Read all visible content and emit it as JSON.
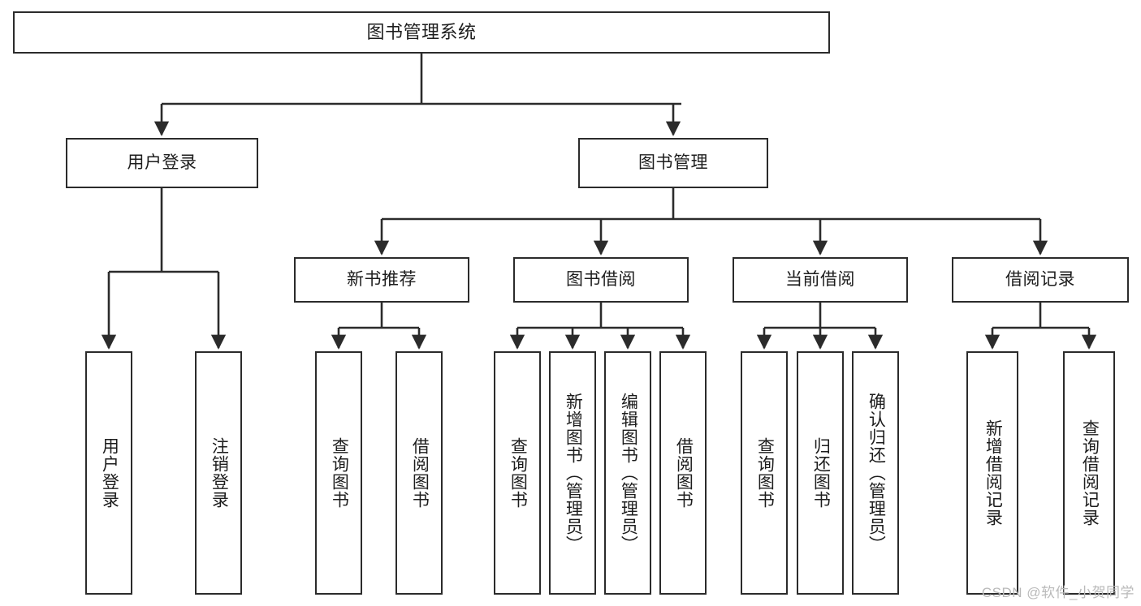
{
  "diagram": {
    "title": "图书管理系统",
    "watermark": "CSDN @软件_小贺同学",
    "colors": {
      "box_border": "#2b2b2b",
      "box_fill": "#ffffff",
      "connector": "#2b2b2b",
      "text": "#1d1d1d",
      "watermark": "#b9b9b9",
      "background": "#ffffff"
    },
    "root": {
      "label": "图书管理系统"
    },
    "level1": [
      {
        "label": "用户登录"
      },
      {
        "label": "图书管理"
      }
    ],
    "level2": [
      {
        "label": "新书推荐"
      },
      {
        "label": "图书借阅"
      },
      {
        "label": "当前借阅"
      },
      {
        "label": "借阅记录"
      }
    ],
    "leaves": {
      "user_login": [
        {
          "label": "用户登录"
        },
        {
          "label": "注销登录"
        }
      ],
      "new_book_recommend": [
        {
          "label": "查询图书"
        },
        {
          "label": "借阅图书"
        }
      ],
      "book_borrow": [
        {
          "label": "查询图书"
        },
        {
          "label": "新增图书（管理员）"
        },
        {
          "label": "编辑图书（管理员）"
        },
        {
          "label": "借阅图书"
        }
      ],
      "current_borrow": [
        {
          "label": "查询图书"
        },
        {
          "label": "归还图书"
        },
        {
          "label": "确认归还（管理员）"
        }
      ],
      "borrow_record": [
        {
          "label": "新增借阅记录"
        },
        {
          "label": "查询借阅记录"
        }
      ]
    }
  }
}
